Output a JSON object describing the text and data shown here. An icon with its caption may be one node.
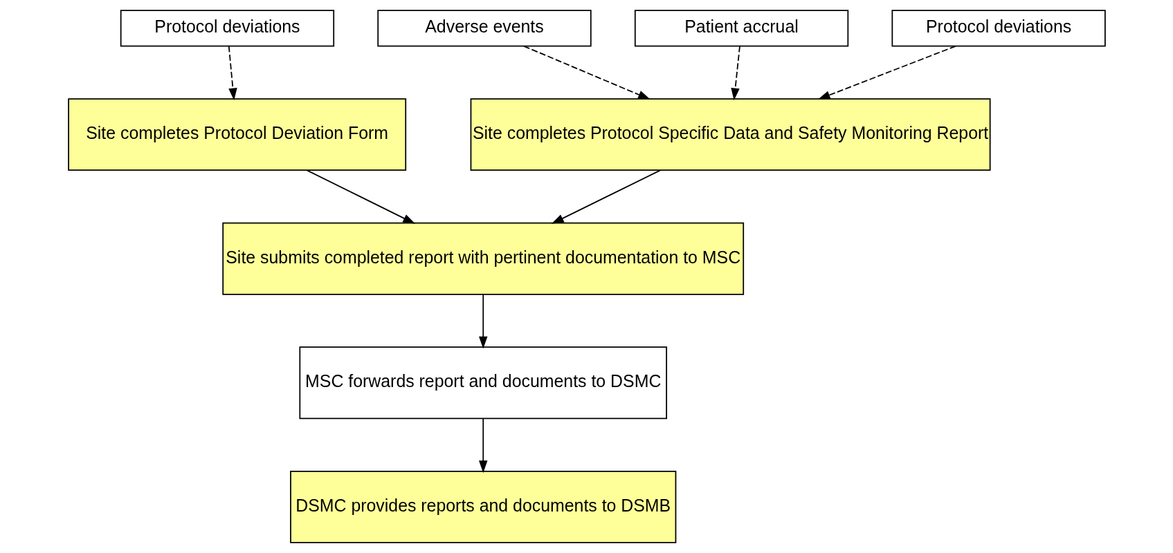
{
  "diagram": {
    "nodes": [
      {
        "text": [
          "Protocol deviations"
        ]
      },
      {
        "text": [
          "Adverse events"
        ]
      },
      {
        "text": [
          "Patient accrual"
        ]
      },
      {
        "text": [
          "Protocol deviations"
        ]
      },
      {
        "text": [
          "Site completes Protocol Deviation Form"
        ]
      },
      {
        "text": [
          "Site completes Protocol Specific Data and Safety Monitoring Report"
        ]
      },
      {
        "text": [
          "Site submits completed report with pertinent documentation to MSC"
        ]
      },
      {
        "text": [
          "MSC forwards report and documents to DSMC"
        ]
      },
      {
        "text": [
          "DSMC provides reports and documents to DSMB"
        ]
      }
    ],
    "edges": [
      {
        "from": 0,
        "to": 4,
        "arrow": "to",
        "style": "dashed"
      },
      {
        "from": 1,
        "to": 5,
        "arrow": "to",
        "style": "dashed"
      },
      {
        "from": 2,
        "to": 5,
        "arrow": "to",
        "style": "dashed"
      },
      {
        "from": 3,
        "to": 5,
        "arrow": "to",
        "style": "dashed"
      },
      {
        "from": 4,
        "to": 6,
        "arrow": "to"
      },
      {
        "from": 5,
        "to": 6,
        "arrow": "to"
      },
      {
        "from": 6,
        "to": 7,
        "arrow": "to"
      },
      {
        "from": 7,
        "to": 8,
        "arrow": "to"
      }
    ]
  }
}
